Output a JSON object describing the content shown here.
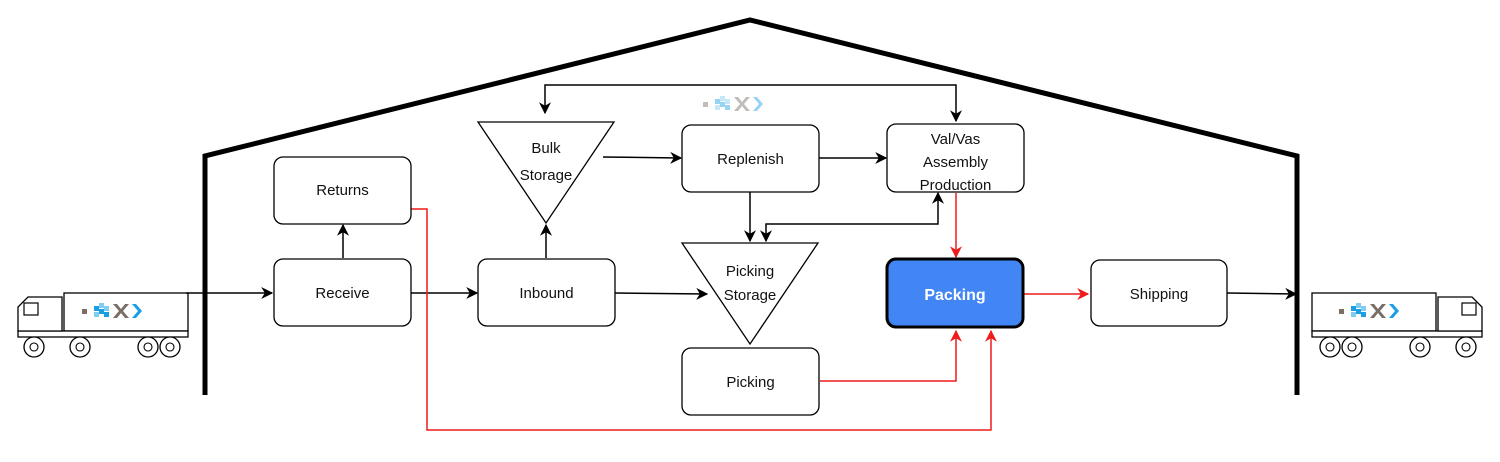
{
  "colors": {
    "flow_black": "#000000",
    "flow_red": "#ee1c1c",
    "packing_fill": "#4285f4",
    "logo_blue": "#1a9ee6",
    "logo_lightblue": "#7fcdf2",
    "logo_brown": "#7a6f66",
    "logo_gray": "#b8b2ac"
  },
  "nodes": {
    "returns": "Returns",
    "receive": "Receive",
    "inbound": "Inbound",
    "bulk_storage_line1": "Bulk",
    "bulk_storage_line2": "Storage",
    "replenish": "Replenish",
    "picking_storage_line1": "Picking",
    "picking_storage_line2": "Storage",
    "picking": "Picking",
    "valvas_line1": "Val/Vas",
    "valvas_line2": "Assembly",
    "valvas_line3": "Production",
    "packing": "Packing",
    "shipping": "Shipping"
  },
  "icons": {
    "inbound_truck": "truck-icon",
    "outbound_truck": "truck-icon",
    "watermark_logo": "company-logo"
  }
}
